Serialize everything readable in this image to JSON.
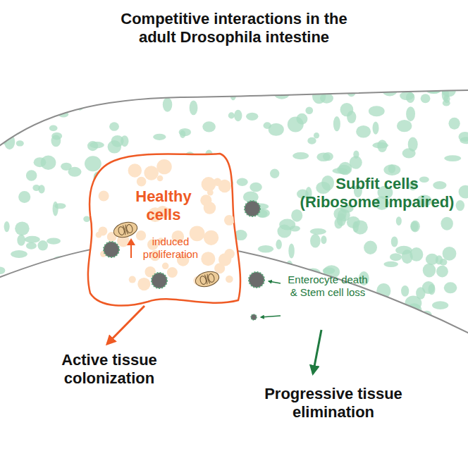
{
  "diagram": {
    "title": "Competitive interactions in the adult Drosophila intestine",
    "nodes": [
      {
        "text": [
          "Subfit cells (Ribosome impaired)",
          "Enterocyte death & Stem cell loss"
        ]
      },
      {
        "text": [
          "Healthy cells",
          "induced proliferation"
        ],
        "in": 0
      }
    ],
    "labels": [
      "Active tissue colonization",
      "Progressive tissue elimination"
    ]
  }
}
